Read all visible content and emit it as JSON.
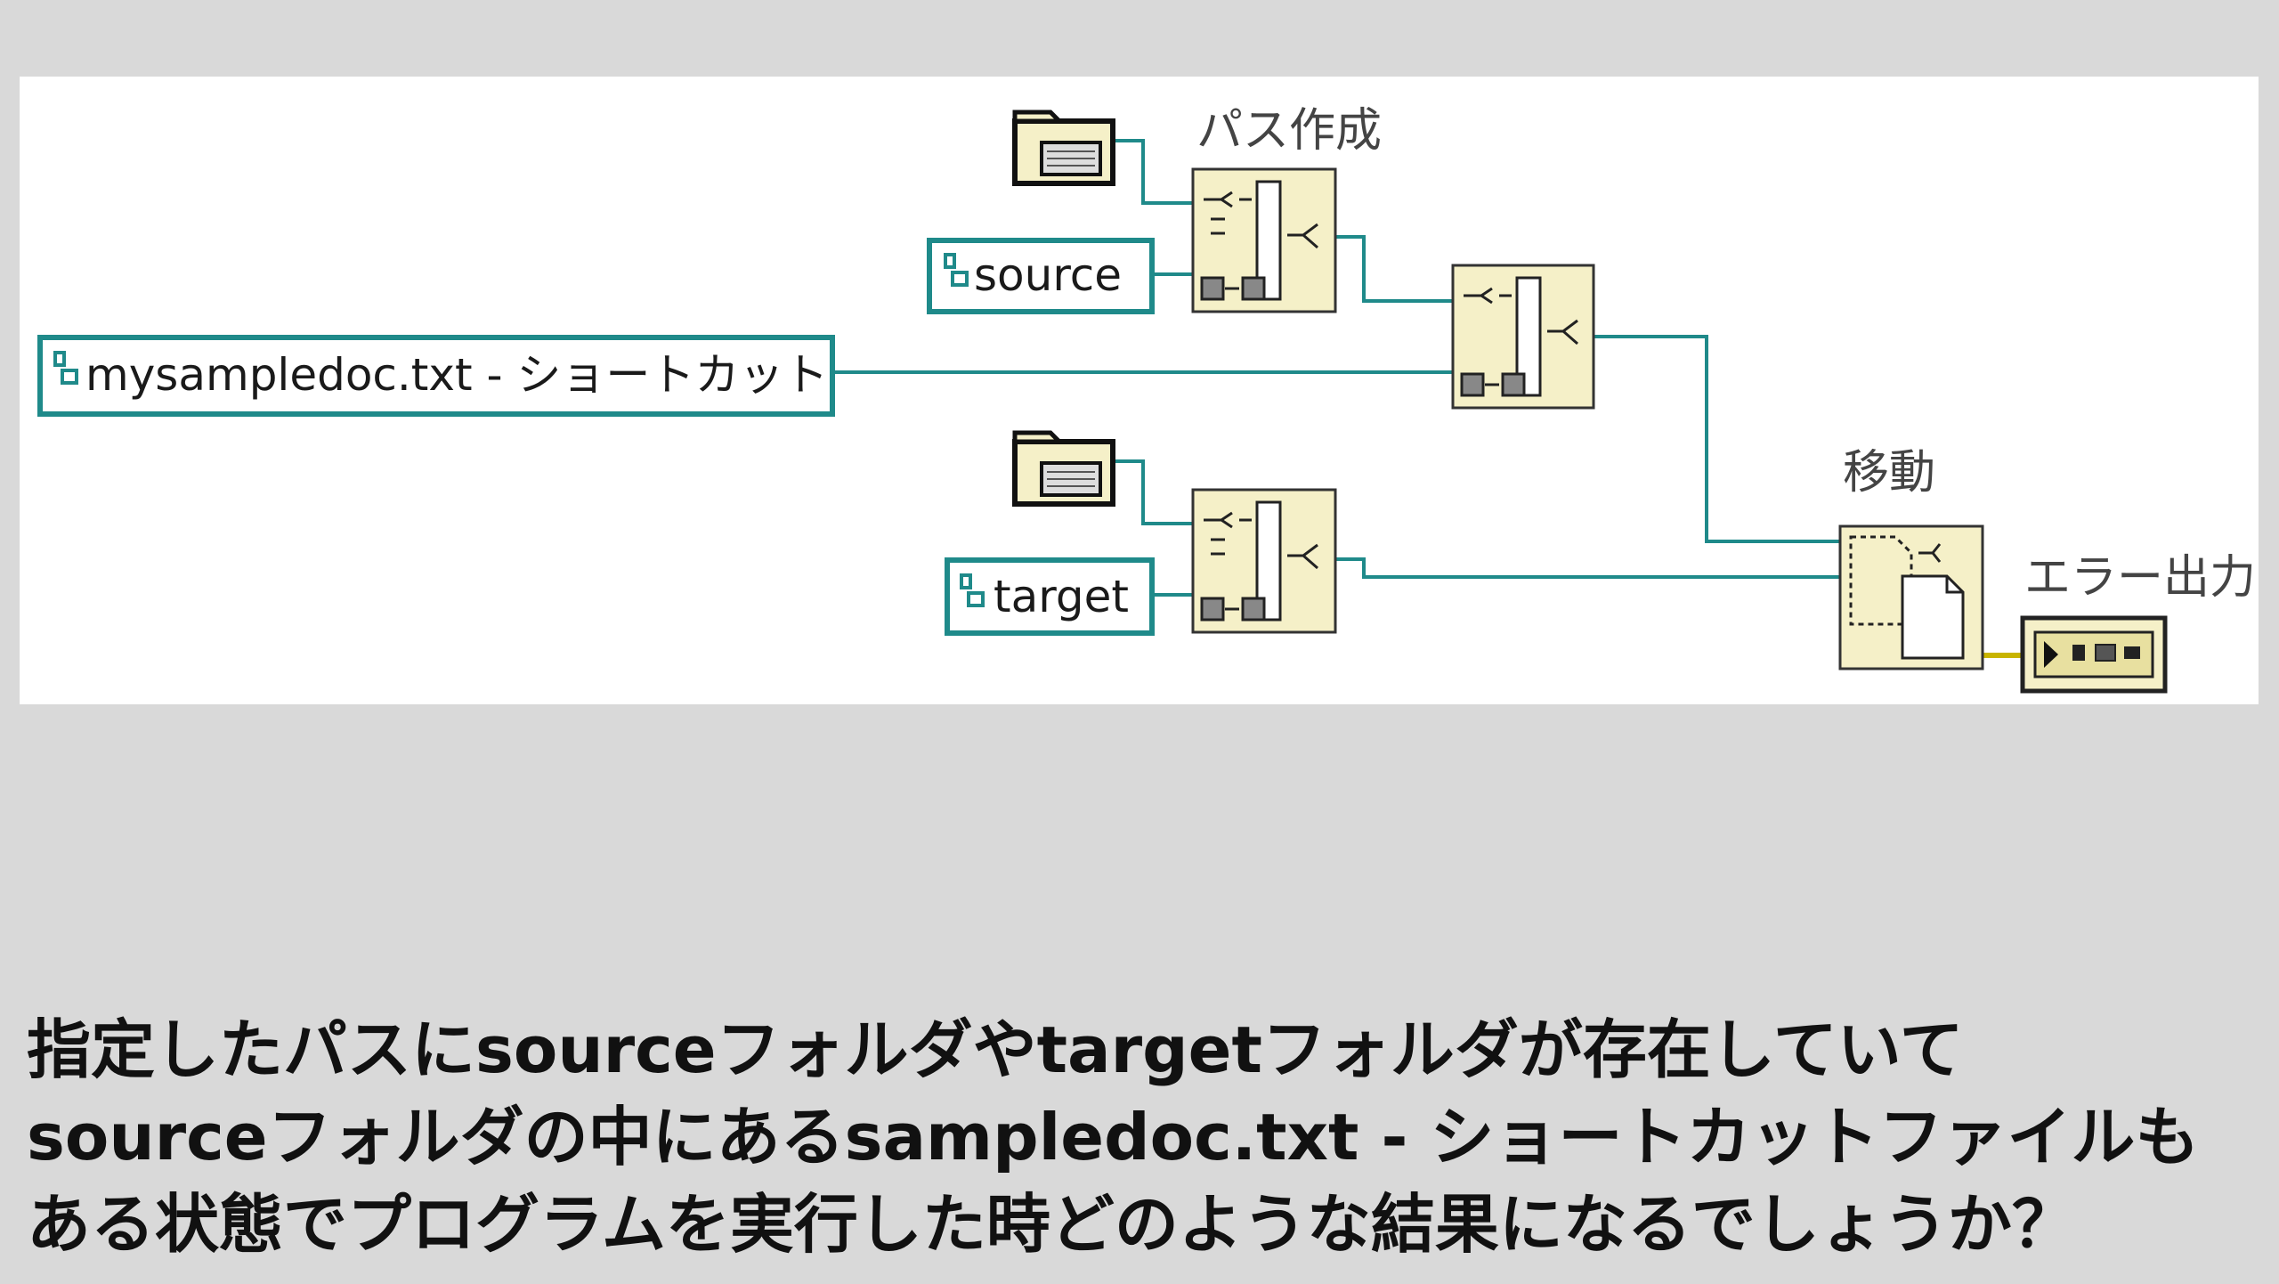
{
  "diagram": {
    "constants": {
      "mysampledoc": "mysampledoc.txt - ショートカット",
      "source": "source",
      "target": "target"
    },
    "labels": {
      "build_path": "パス作成",
      "move": "移動",
      "error_out": "エラー出力"
    }
  },
  "caption": {
    "line1": "指定したパスにsourceフォルダやtargetフォルダが存在していて",
    "line2": "sourceフォルダの中にあるsampledoc.txt - ショートカットファイルも",
    "line3": "ある状態でプログラムを実行した時どのような結果になるでしょうか？"
  },
  "colors": {
    "wire": "#1f8a8a",
    "node_fill": "#f5f0c8",
    "panel_bg": "#ffffff",
    "page_bg": "#d9d9d9"
  }
}
